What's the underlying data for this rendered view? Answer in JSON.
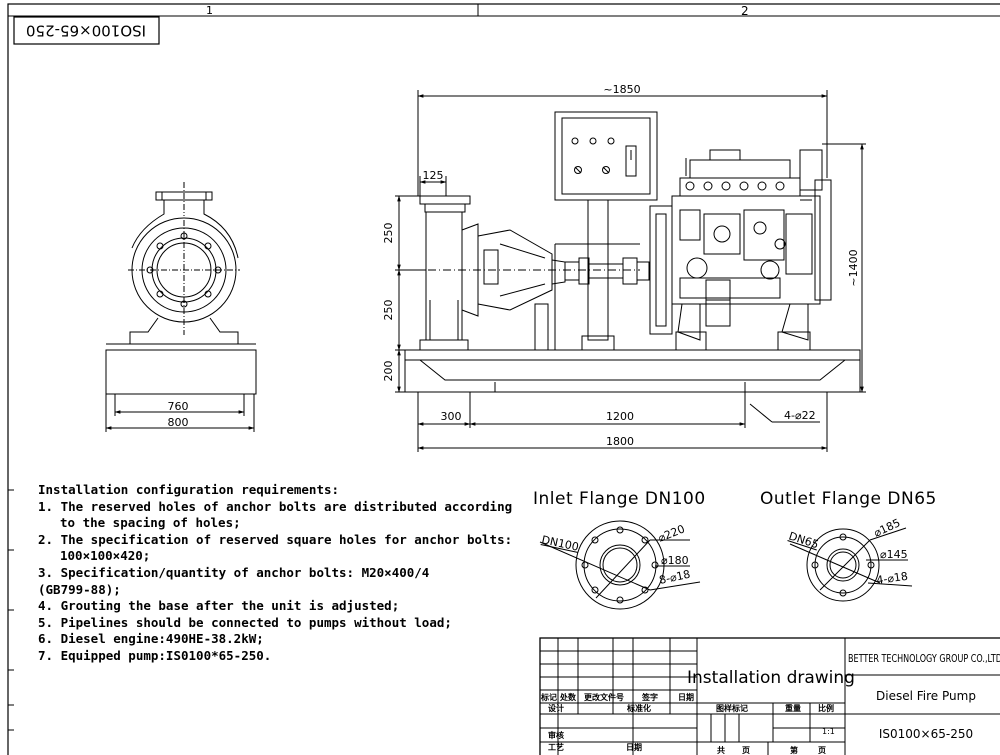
{
  "sheet": {
    "zone_1": "1",
    "zone_2": "2",
    "stamp": "ISO100×65-250"
  },
  "dims": {
    "overall_length_top": "~1850",
    "pump_offset": "125",
    "height_upper": "250",
    "height_lower": "250",
    "base_height": "200",
    "overall_height": "~1400",
    "base_300": "300",
    "base_1200": "1200",
    "base_1800": "1800",
    "anchor_holes": "4-⌀22",
    "side_760": "760",
    "side_800": "800"
  },
  "flanges": {
    "inlet_title": "Inlet Flange DN100",
    "inlet_dn": "DN100",
    "inlet_d1": "⌀220",
    "inlet_d2": "⌀180",
    "inlet_holes": "8-⌀18",
    "outlet_title": "Outlet Flange DN65",
    "outlet_dn": "DN65",
    "outlet_d1": "⌀185",
    "outlet_d2": "⌀145",
    "outlet_holes": "4-⌀18"
  },
  "notes": {
    "heading": "Installation configuration requirements:",
    "n1a": "1. The reserved holes of anchor bolts are distributed according",
    "n1b": "to the spacing of holes;",
    "n2a": "2. The specification of reserved square holes for anchor bolts:",
    "n2b": "100×100×420;",
    "n3a": "3. Specification/quantity of anchor bolts: M20×400/4",
    "n3b": "(GB799-88);",
    "n4": "4. Grouting the base after the unit is adjusted;",
    "n5": "5. Pipelines should be connected to pumps without load;",
    "n6": "6. Diesel engine:490HE-38.2kW;",
    "n7": "7. Equipped pump:IS0100*65-250."
  },
  "title_block": {
    "drawing_name": "Installation drawing",
    "company": "BETTER TECHNOLOGY GROUP CO.,LTD",
    "product": "Diesel Fire Pump",
    "model": "IS0100×65-250",
    "h_mark": "标记",
    "h_count": "处数",
    "h_doc": "更改文件号",
    "h_sign": "签字",
    "h_date": "日期",
    "design": "设计",
    "standard": "标准化",
    "stage_mark": "图样标记",
    "weight": "重量",
    "scale_label": "比例",
    "scale_value": "1:1",
    "review": "审核",
    "process": "工艺",
    "date2": "日期",
    "total": "共",
    "page": "页",
    "sheet_no": "第",
    "page2": "页"
  }
}
